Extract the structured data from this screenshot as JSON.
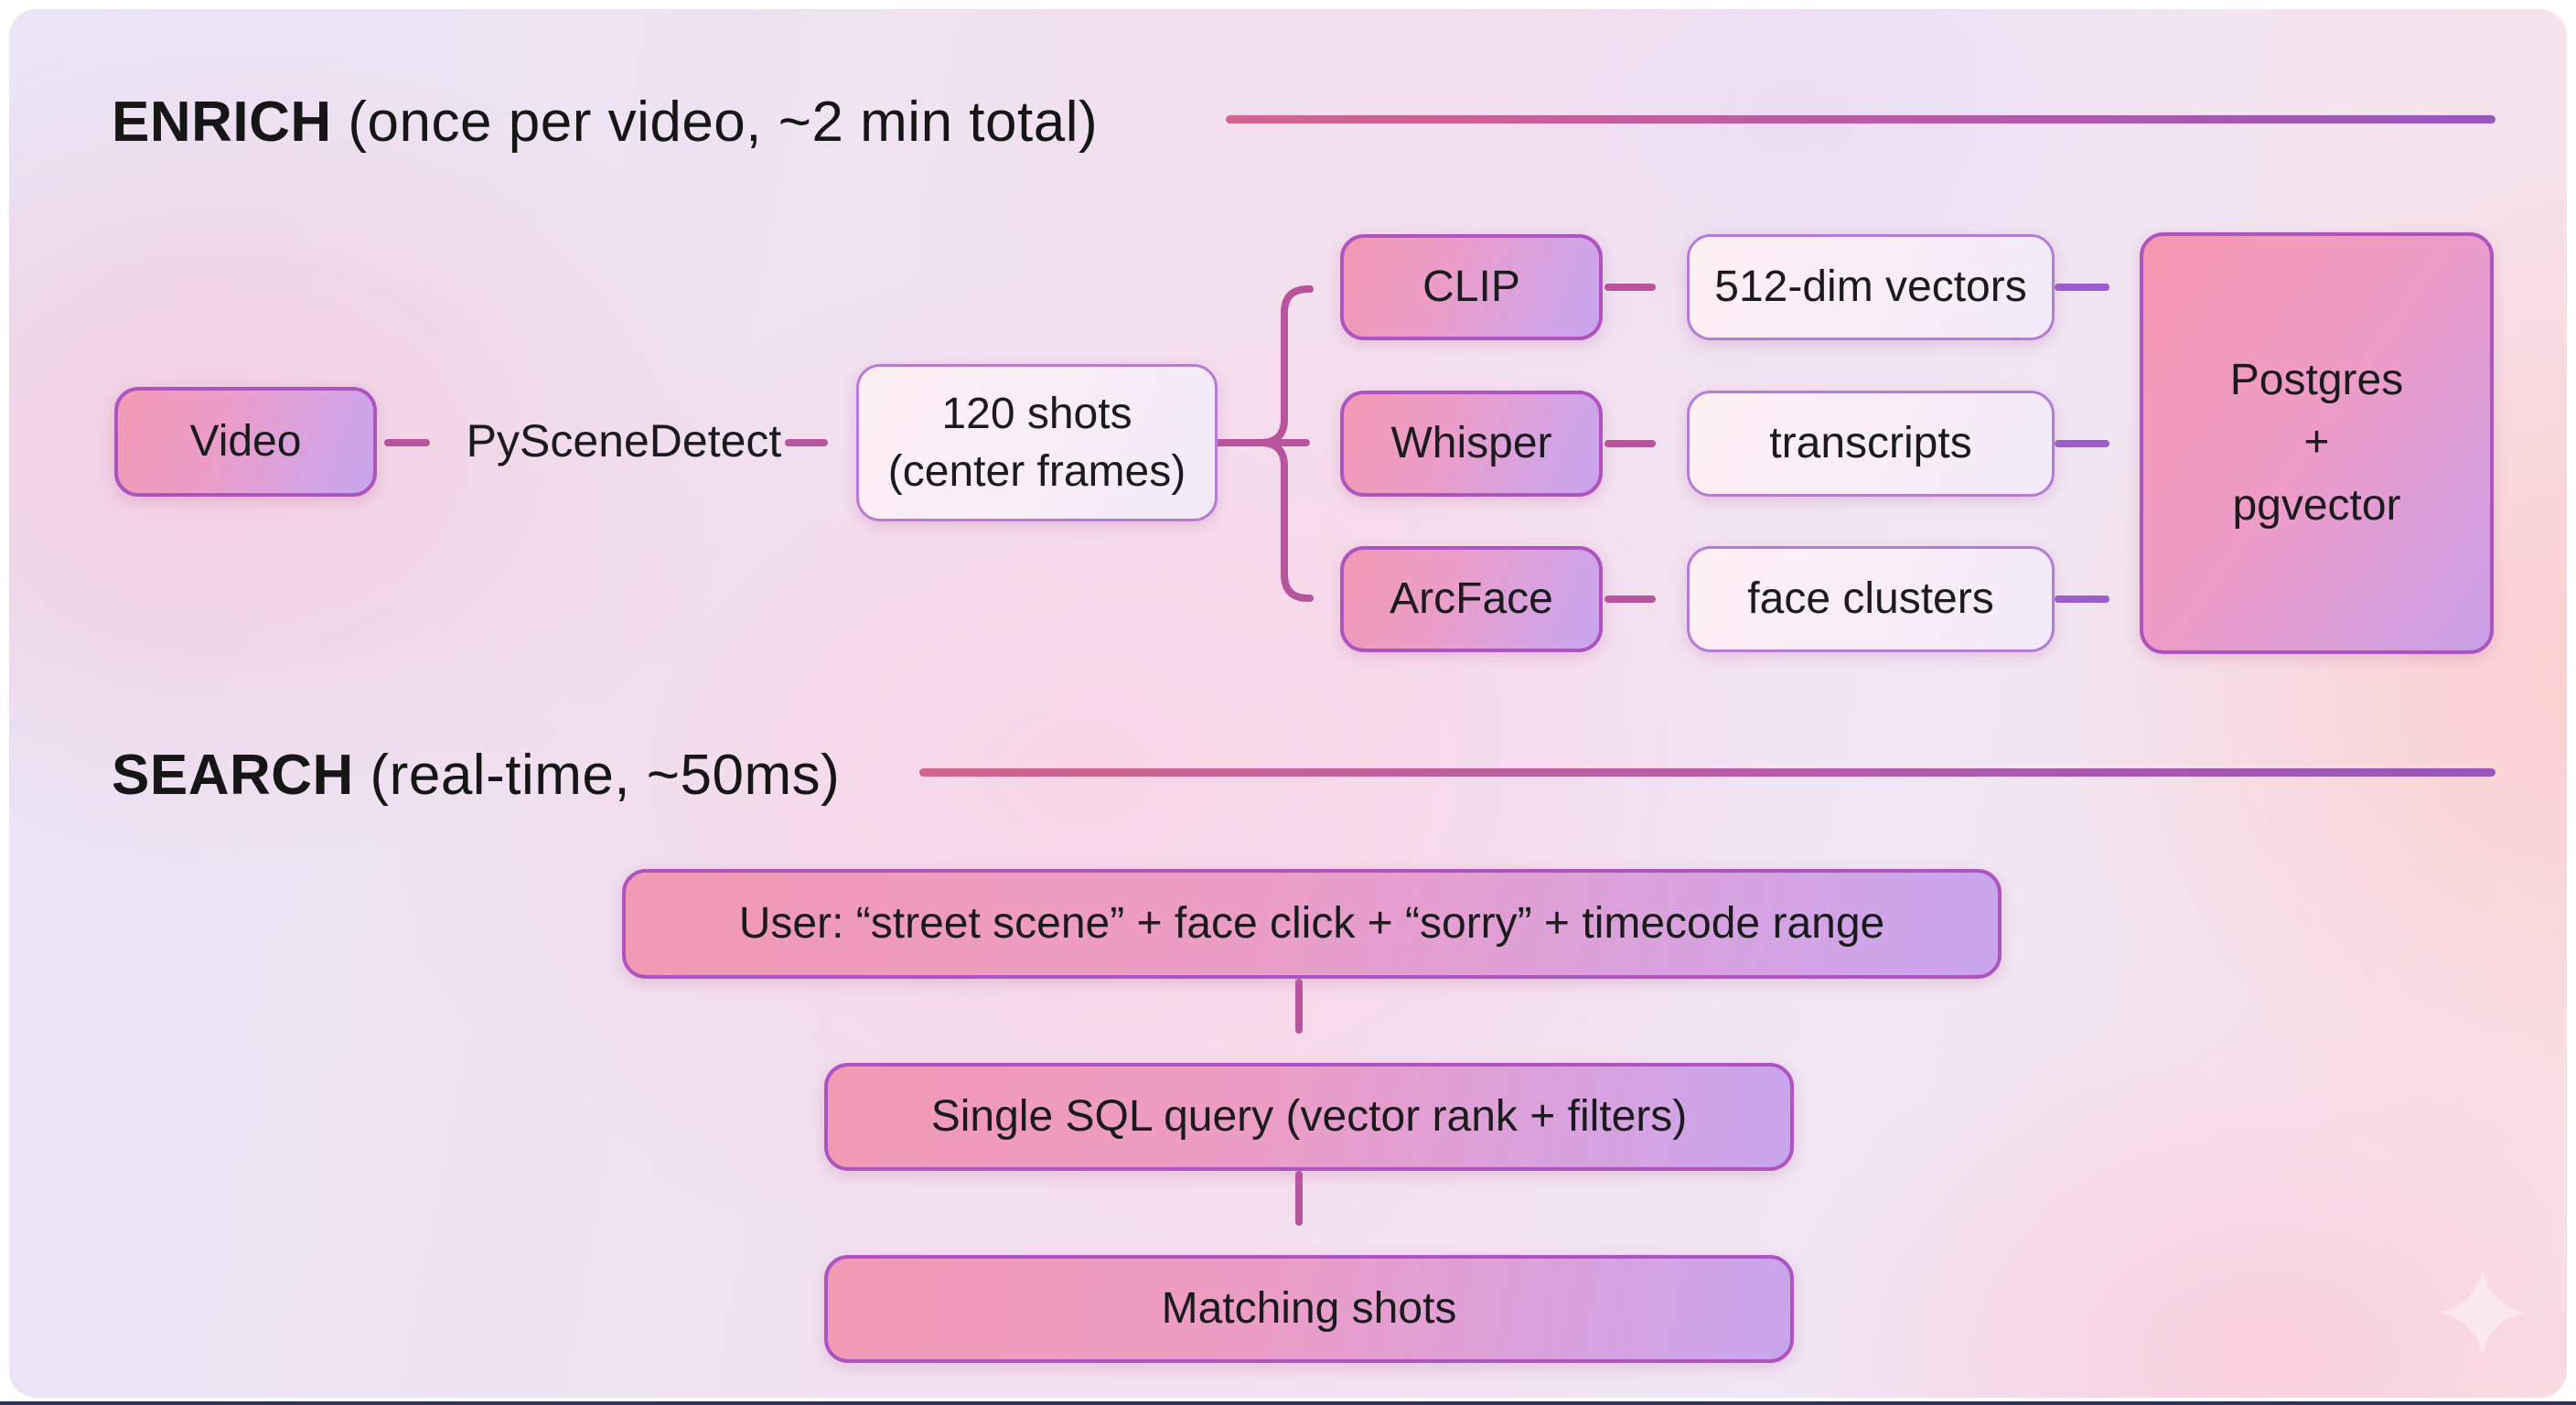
{
  "enrich": {
    "title": "ENRICH",
    "subtitle": " (once per video, ~2 min total)",
    "video": "Video",
    "pyscenedetect": "PySceneDetect",
    "shots1": "120 shots",
    "shots2": "(center frames)",
    "clip": "CLIP",
    "whisper": "Whisper",
    "arcface": "ArcFace",
    "vectors": "512-dim vectors",
    "transcripts": "transcripts",
    "faces": "face clusters",
    "pg1": "Postgres",
    "pg2": "+",
    "pg3": "pgvector"
  },
  "search": {
    "title": "SEARCH",
    "subtitle": " (real-time, ~50ms)",
    "user": "User: “street scene” + face click + “sorry” + timecode range",
    "sql": "Single SQL query (vector rank + filters)",
    "matching": "Matching shots"
  },
  "icons": {
    "sparkle": "four-point-star"
  },
  "colors": {
    "connector_magenta": "#b8549c",
    "connector_purple": "#9c5ecc",
    "solid_box_border": "#ae54c0",
    "light_box_border": "#b47cd4",
    "box_gradient_start": "#f299b4",
    "box_gradient_end": "#c7a5ec",
    "rule_start": "#d2648e",
    "rule_end": "#9857bb",
    "text": "#161616",
    "card_lavender": "#e9e5f6",
    "card_pink": "#f4dfee",
    "card_peach": "#f8e1e6"
  }
}
